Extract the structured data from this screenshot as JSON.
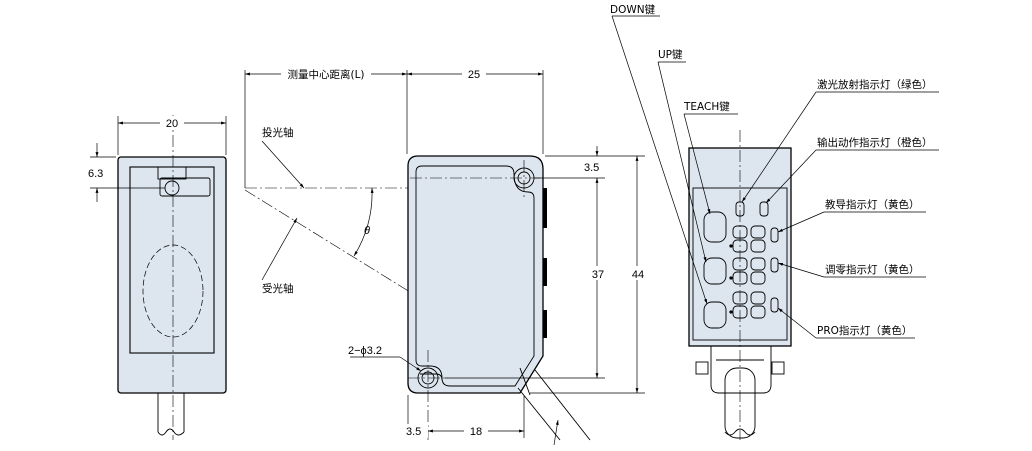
{
  "colors": {
    "body_fill": "#dde6ef",
    "line": "#000000"
  },
  "dimensions": {
    "front_width": "20",
    "window_offset": "6.3",
    "measure_center_distance": "测量中心距离(L)",
    "side_width": "25",
    "mount_offset_top": "3.5",
    "hole_pitch_vertical": "37",
    "body_height": "44",
    "mount_holes": "2−ϕ3.2",
    "mount_offset_left": "3.5",
    "hole_pitch_horizontal": "18",
    "angle_symbol": "θ"
  },
  "labels": {
    "emitter_axis": "投光轴",
    "receiver_axis": "受光轴",
    "down_key": "DOWN键",
    "up_key": "UP键",
    "teach_key": "TEACH键",
    "laser_led": "激光放射指示灯（绿色）",
    "output_led": "输出动作指示灯（橙色）",
    "teach_led": "教导指示灯（黄色）",
    "zero_led": "调零指示灯（黄色）",
    "pro_led": "PRO指示灯（黄色）"
  }
}
